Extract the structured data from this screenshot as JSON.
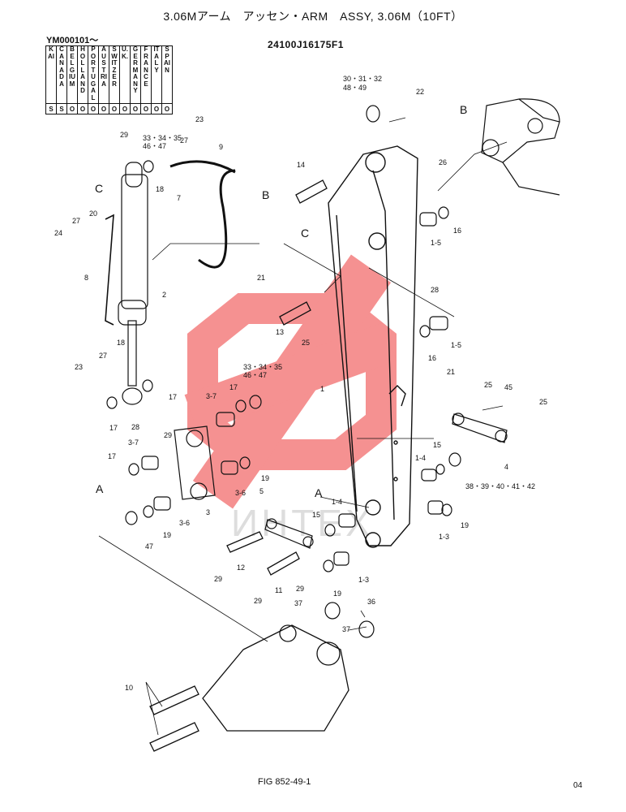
{
  "header": {
    "title": "3.06Mアーム　アッセン・ARM　ASSY, 3.06M（10FT）",
    "serial": "YM000101～",
    "part_number": "24100J16175F1"
  },
  "countries": [
    {
      "name": "KAI",
      "code": "S"
    },
    {
      "name": "CANADA",
      "code": "S"
    },
    {
      "name": "BELGIUM",
      "code": "O"
    },
    {
      "name": "HOLLAND",
      "code": "O"
    },
    {
      "name": "PORTUGAL",
      "code": "O"
    },
    {
      "name": "AUSTRIA",
      "code": "O"
    },
    {
      "name": "SWITZER",
      "code": "O"
    },
    {
      "name": "U.K.",
      "code": "O"
    },
    {
      "name": "GERMANY",
      "code": "O"
    },
    {
      "name": "FRANCE",
      "code": "O"
    },
    {
      "name": "ITALY",
      "code": "O"
    },
    {
      "name": "SPAIN",
      "code": "O"
    }
  ],
  "callouts": {
    "c_30_32": "30・31・32",
    "c_48_49": "48・49",
    "c_22": "22",
    "c_14": "14",
    "c_26": "26",
    "c_16a": "16",
    "c_15a": "1-5",
    "c_28a": "28",
    "c_21a": "21",
    "c_13": "13",
    "c_25a": "25",
    "c_16b": "16",
    "c_15b": "1-5",
    "c_1": "1",
    "c_21b": "21",
    "c_25b": "25",
    "c_45": "45",
    "c_25c": "25",
    "c_4": "4",
    "c_38_42": "38・39・40・41・42",
    "c_23a": "23",
    "c_29a": "29",
    "c_33_35a": "33・34・35",
    "c_46_47a": "46・47",
    "c_27a": "27",
    "c_9": "9",
    "c_18a": "18",
    "c_7": "7",
    "c_20": "20",
    "c_27b": "27",
    "c_24": "24",
    "c_8": "8",
    "c_2": "2",
    "c_18b": "18",
    "c_27c": "27",
    "c_23b": "23",
    "c_17a": "17",
    "c_17b": "17",
    "c_28b": "28",
    "c_29b": "29",
    "c_37a": "3-7",
    "c_17c": "17",
    "c_37b": "3-7",
    "c_33_35b": "33・34・35",
    "c_46_47b": "46・47",
    "c_17d": "17",
    "c_36a": "3-6",
    "c_19a": "19",
    "c_3": "3",
    "c_36b": "3-6",
    "c_47": "47",
    "c_19b": "19",
    "c_5": "5",
    "c_14a": "1-4",
    "c_15c": "15",
    "c_14b": "1-4",
    "c_15d": "15",
    "c_13a": "1-3",
    "c_19c": "19",
    "c_13b": "1-3",
    "c_19d": "19",
    "c_12": "12",
    "c_29c": "29",
    "c_11": "11",
    "c_29d": "29",
    "c_29e": "29",
    "c_37c": "37",
    "c_36": "36",
    "c_37d": "37",
    "c_10": "10"
  },
  "letters": {
    "b1": "B",
    "b2": "B",
    "c1": "C",
    "c2": "C",
    "a1": "A",
    "a2": "A"
  },
  "footer": {
    "figure": "FIG 852-49-1",
    "page": "04"
  },
  "watermark_text": "ИНТЕХ",
  "colors": {
    "watermark": "#f26d6d",
    "ink": "#111111"
  }
}
